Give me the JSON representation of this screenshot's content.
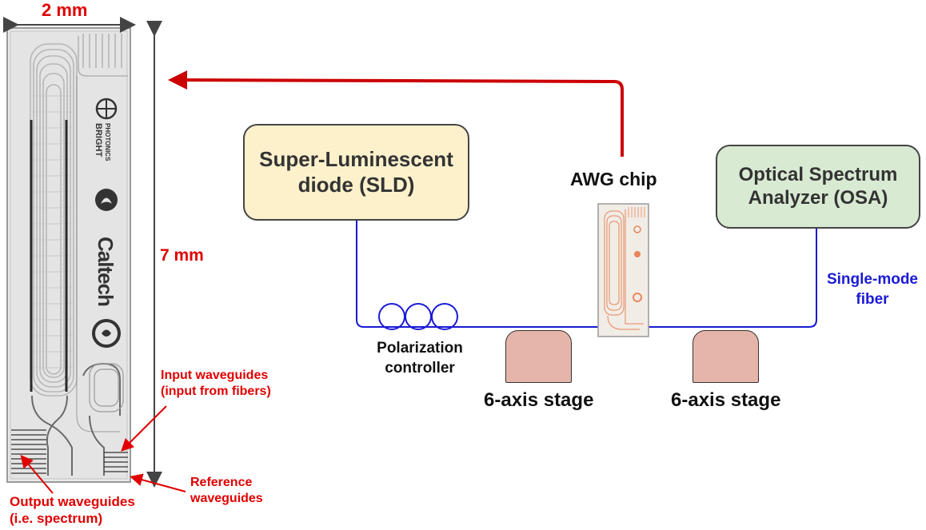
{
  "dimensions": {
    "width_label": "2 mm",
    "height_label": "7 mm"
  },
  "chip_logos": {
    "bright": "BRIGHT",
    "photonics": "PHOTONICS",
    "caltech": "Caltech"
  },
  "callouts": {
    "input_waveguides": "Input waveguides\n(input from fibers)",
    "reference_waveguides": "Reference\nwaveguides",
    "output_waveguides": "Output waveguides\n(i.e. spectrum)"
  },
  "setup": {
    "sld": "Super-Luminescent\ndiode (SLD)",
    "osa": "Optical Spectrum\nAnalyzer (OSA)",
    "awg_chip": "AWG chip",
    "polarization_controller": "Polarization\ncontroller",
    "stage_left": "6-axis stage",
    "stage_right": "6-axis stage",
    "fiber": "Single-mode\nfiber"
  },
  "colors": {
    "annotation_red": "#e00000",
    "fiber_blue": "#1a1ad6",
    "sld_fill": "#fdf1cc",
    "osa_fill": "#d9ead3",
    "stage_fill": "#e6b5aa",
    "chip_trace": "#e8865a"
  }
}
